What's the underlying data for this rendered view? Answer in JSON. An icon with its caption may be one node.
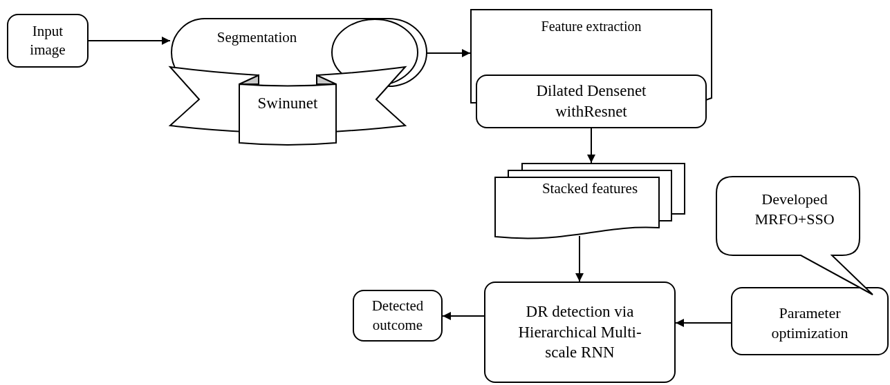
{
  "diagram": {
    "nodes": [
      {
        "text": [
          "Input image"
        ]
      },
      {
        "text": [
          "Segmentation"
        ]
      },
      {
        "text": [
          "Swinunet"
        ]
      },
      {
        "text": [
          "Feature extraction"
        ]
      },
      {
        "text": [
          "Dilated Densenet withResnet"
        ]
      },
      {
        "text": [
          "Stacked features"
        ]
      },
      {
        "text": [
          "Developed MRFO+SSO"
        ]
      },
      {
        "text": [
          "Parameter optimization"
        ]
      },
      {
        "text": [
          "DR detection via Hierarchical Multi-scale RNN"
        ]
      },
      {
        "text": [
          "Detected outcome"
        ]
      }
    ],
    "edges": [
      {
        "from": 0,
        "to": 1,
        "arrow": "to"
      },
      {
        "from": 1,
        "to": 3,
        "arrow": "to"
      },
      {
        "from": 4,
        "to": 5,
        "arrow": "to"
      },
      {
        "from": 5,
        "to": 8,
        "arrow": "to"
      },
      {
        "from": 7,
        "to": 8,
        "arrow": "to"
      },
      {
        "from": 8,
        "to": 9,
        "arrow": "to"
      }
    ]
  }
}
